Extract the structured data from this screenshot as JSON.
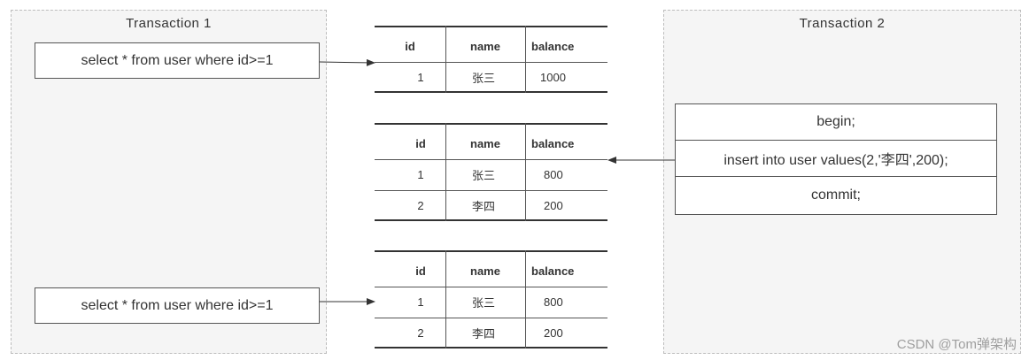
{
  "transaction1": {
    "title": "Transaction  1",
    "queries": [
      "select * from user where id>=1",
      "select * from user where id>=1"
    ]
  },
  "transaction2": {
    "title": "Transaction  2",
    "steps": [
      "begin;",
      "insert into user values(2,'李四',200);",
      "commit;"
    ]
  },
  "tables": [
    {
      "headers": [
        "id",
        "name",
        "balance"
      ],
      "rows": [
        [
          "1",
          "张三",
          "1000"
        ]
      ]
    },
    {
      "headers": [
        "id",
        "name",
        "balance"
      ],
      "rows": [
        [
          "1",
          "张三",
          "800"
        ],
        [
          "2",
          "李四",
          "200"
        ]
      ]
    },
    {
      "headers": [
        "id",
        "name",
        "balance"
      ],
      "rows": [
        [
          "1",
          "张三",
          "800"
        ],
        [
          "2",
          "李四",
          "200"
        ]
      ]
    }
  ],
  "watermark": "CSDN @Tom弹架构"
}
